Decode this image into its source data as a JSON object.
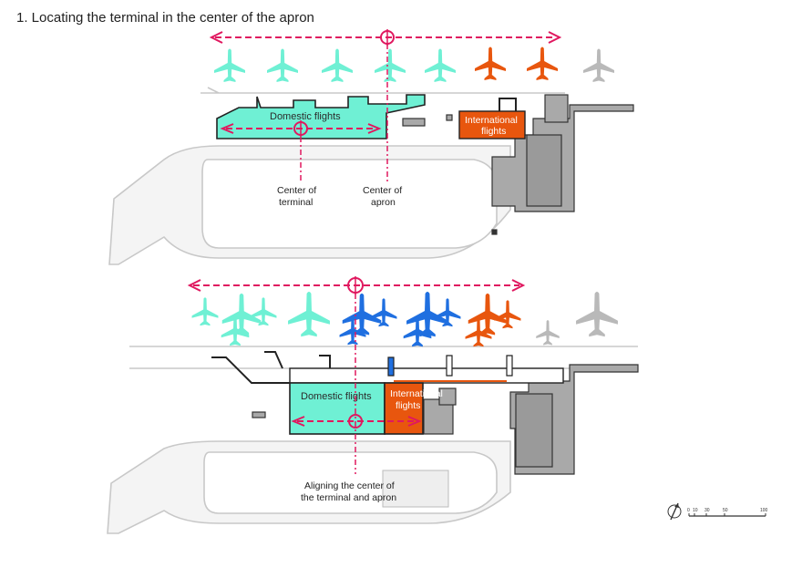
{
  "title": "1. Locating the terminal in the center of the apron",
  "top": {
    "domestic_label": "Domestic flights",
    "international_label": [
      "International",
      "flights"
    ],
    "center_terminal_label": [
      "Center of",
      "terminal"
    ],
    "center_apron_label": [
      "Center of",
      "apron"
    ]
  },
  "bottom": {
    "domestic_label": "Domestic flights",
    "international_label": [
      "International",
      "flights"
    ],
    "aligning_label": [
      "Aligning the center of",
      "the terminal and apron"
    ]
  },
  "scale_bar": {
    "ticks": [
      "0",
      "10",
      "30",
      "50",
      "100"
    ]
  },
  "colors": {
    "domestic": "#6ff0d4",
    "international": "#e8560e",
    "blue_aircraft": "#1f6fe0",
    "grey_aircraft": "#b9b9b9",
    "center_marker": "#e0185f"
  }
}
